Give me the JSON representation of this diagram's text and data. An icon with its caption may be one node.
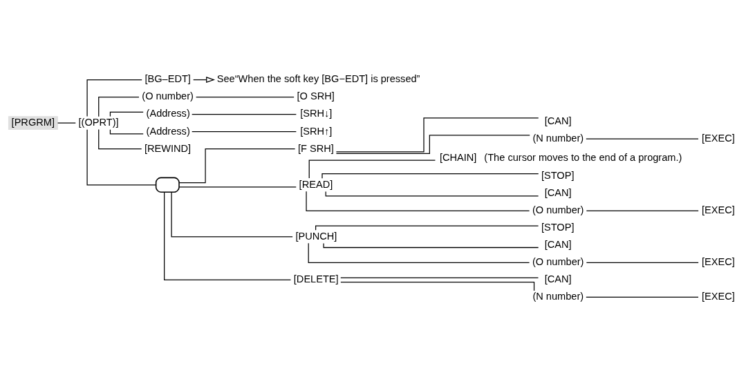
{
  "diagram": {
    "nodes": [
      {
        "text": [
          "[PRGRM]"
        ]
      },
      {
        "text": [
          "[(OPRT)]"
        ]
      },
      {
        "text": [
          "[BG–EDT]"
        ]
      },
      {
        "text": [
          "See“When the soft key [BG−EDT] is pressed”"
        ]
      },
      {
        "text": [
          "(O number)"
        ]
      },
      {
        "text": [
          "[O SRH]"
        ]
      },
      {
        "text": [
          "(Address)"
        ]
      },
      {
        "text": [
          "[SRH↓]"
        ]
      },
      {
        "text": [
          "(Address)"
        ]
      },
      {
        "text": [
          "[SRH↑]"
        ]
      },
      {
        "text": [
          "[REWIND]"
        ]
      },
      {
        "text": [],
        "shape": "box"
      },
      {
        "text": [
          "[F SRH]"
        ]
      },
      {
        "text": [
          "[CAN]"
        ]
      },
      {
        "text": [
          "(N number)"
        ]
      },
      {
        "text": [
          "[EXEC]"
        ]
      },
      {
        "text": [
          "[READ]"
        ]
      },
      {
        "text": [
          "[CHAIN]"
        ],
        "beside": [
          "(The cursor moves to the end of a program.)"
        ]
      },
      {
        "text": [
          "[STOP]"
        ]
      },
      {
        "text": [
          "[CAN]"
        ]
      },
      {
        "text": [
          "(O number)"
        ]
      },
      {
        "text": [
          "[EXEC]"
        ]
      },
      {
        "text": [
          "[PUNCH]"
        ]
      },
      {
        "text": [
          "[STOP]"
        ]
      },
      {
        "text": [
          "[CAN]"
        ]
      },
      {
        "text": [
          "(O number)"
        ]
      },
      {
        "text": [
          "[EXEC]"
        ]
      },
      {
        "text": [
          "[DELETE]"
        ]
      },
      {
        "text": [
          "[CAN]"
        ]
      },
      {
        "text": [
          "(N number)"
        ]
      },
      {
        "text": [
          "[EXEC]"
        ]
      }
    ],
    "edges": [
      {
        "from": 0,
        "to": 1,
        "arrow": "none"
      },
      {
        "from": 1,
        "to": 2,
        "arrow": "none"
      },
      {
        "from": 2,
        "to": 3,
        "arrow": "to"
      },
      {
        "from": 1,
        "to": 4,
        "arrow": "none"
      },
      {
        "from": 4,
        "to": 5,
        "arrow": "none"
      },
      {
        "from": 1,
        "to": 6,
        "arrow": "none"
      },
      {
        "from": 6,
        "to": 7,
        "arrow": "none"
      },
      {
        "from": 1,
        "to": 8,
        "arrow": "none"
      },
      {
        "from": 8,
        "to": 9,
        "arrow": "none"
      },
      {
        "from": 1,
        "to": 10,
        "arrow": "none"
      },
      {
        "from": 1,
        "to": 11,
        "arrow": "none"
      },
      {
        "from": 11,
        "to": 12,
        "arrow": "none"
      },
      {
        "from": 12,
        "to": 13,
        "arrow": "none"
      },
      {
        "from": 12,
        "to": 14,
        "arrow": "none"
      },
      {
        "from": 14,
        "to": 15,
        "arrow": "none"
      },
      {
        "from": 11,
        "to": 16,
        "arrow": "none"
      },
      {
        "from": 16,
        "to": 17,
        "arrow": "none"
      },
      {
        "from": 16,
        "to": 18,
        "arrow": "none"
      },
      {
        "from": 16,
        "to": 19,
        "arrow": "none"
      },
      {
        "from": 16,
        "to": 20,
        "arrow": "none"
      },
      {
        "from": 20,
        "to": 21,
        "arrow": "none"
      },
      {
        "from": 11,
        "to": 22,
        "arrow": "none"
      },
      {
        "from": 22,
        "to": 23,
        "arrow": "none"
      },
      {
        "from": 22,
        "to": 24,
        "arrow": "none"
      },
      {
        "from": 22,
        "to": 25,
        "arrow": "none"
      },
      {
        "from": 25,
        "to": 26,
        "arrow": "none"
      },
      {
        "from": 11,
        "to": 27,
        "arrow": "none"
      },
      {
        "from": 27,
        "to": 28,
        "arrow": "none"
      },
      {
        "from": 27,
        "to": 29,
        "arrow": "none"
      },
      {
        "from": 29,
        "to": 30,
        "arrow": "none"
      }
    ]
  }
}
